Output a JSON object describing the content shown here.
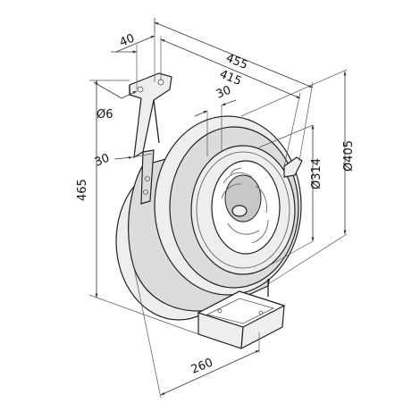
{
  "dimensions": {
    "d40": "40",
    "d455": "455",
    "d415": "415",
    "d30_top": "30",
    "d6": "Ø6",
    "d30_left": "30",
    "d465": "465",
    "d314": "Ø314",
    "d405": "Ø405",
    "d260": "260"
  }
}
